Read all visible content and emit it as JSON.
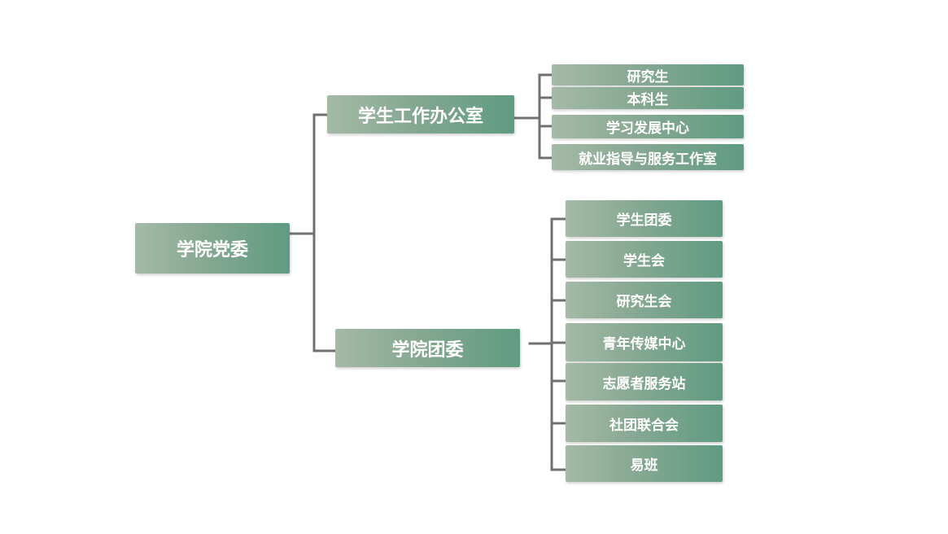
{
  "root": {
    "label": "学院党委"
  },
  "branches": [
    {
      "label": "学生工作办公室",
      "children": [
        "研究生",
        "本科生",
        "学习发展中心",
        "就业指导与服务工作室"
      ]
    },
    {
      "label": "学院团委",
      "children": [
        "学生团委",
        "学生会",
        "研究生会",
        "青年传媒中心",
        "志愿者服务站",
        "社团联合会",
        "易班"
      ]
    }
  ],
  "colors": {
    "node_gradient_start": "#a4baa7",
    "node_gradient_end": "#5f9b82",
    "connector": "#707070",
    "text": "#ffffff"
  }
}
